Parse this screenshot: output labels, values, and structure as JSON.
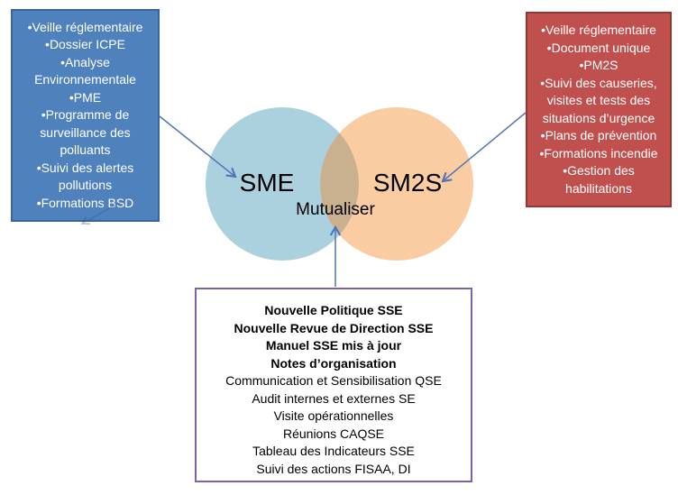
{
  "venn": {
    "left_circle_label": "SME",
    "right_circle_label": "SM2S",
    "overlap_label": "Mutualiser"
  },
  "left_box": {
    "items": [
      "Veille réglementaire",
      "Dossier ICPE",
      "Analyse Environnementale",
      "PME",
      "Programme de surveillance des polluants",
      "Suivi des alertes pollutions",
      "Formations BSD"
    ]
  },
  "right_box": {
    "items": [
      "Veille réglementaire",
      "Document unique",
      "PM2S",
      "Suivi des causeries, visites et tests des situations d’urgence",
      "Plans de prévention",
      "Formations incendie",
      "Gestion des habilitations"
    ]
  },
  "bottom_box": {
    "bold_lines": [
      "Nouvelle Politique SSE",
      "Nouvelle Revue de Direction SSE",
      "Manuel SSE mis à jour",
      "Notes d’organisation"
    ],
    "lines": [
      "Communication et Sensibilisation QSE",
      "Audit internes et externes SE",
      "Visite opérationnelles",
      "Réunions CAQSE",
      "Tableau des Indicateurs SSE",
      "Suivi des actions FISAA, DI"
    ]
  },
  "colors": {
    "left_box_fill": "#4F81BD",
    "left_box_border": "#3A6598",
    "right_box_fill": "#C0504D",
    "right_box_border": "#943634",
    "bottom_box_border": "#7E62A1",
    "left_circle": "#ABD0DE",
    "right_circle": "#FACCA2",
    "overlap": "#C9B190",
    "arrow": "#4E74B8"
  }
}
